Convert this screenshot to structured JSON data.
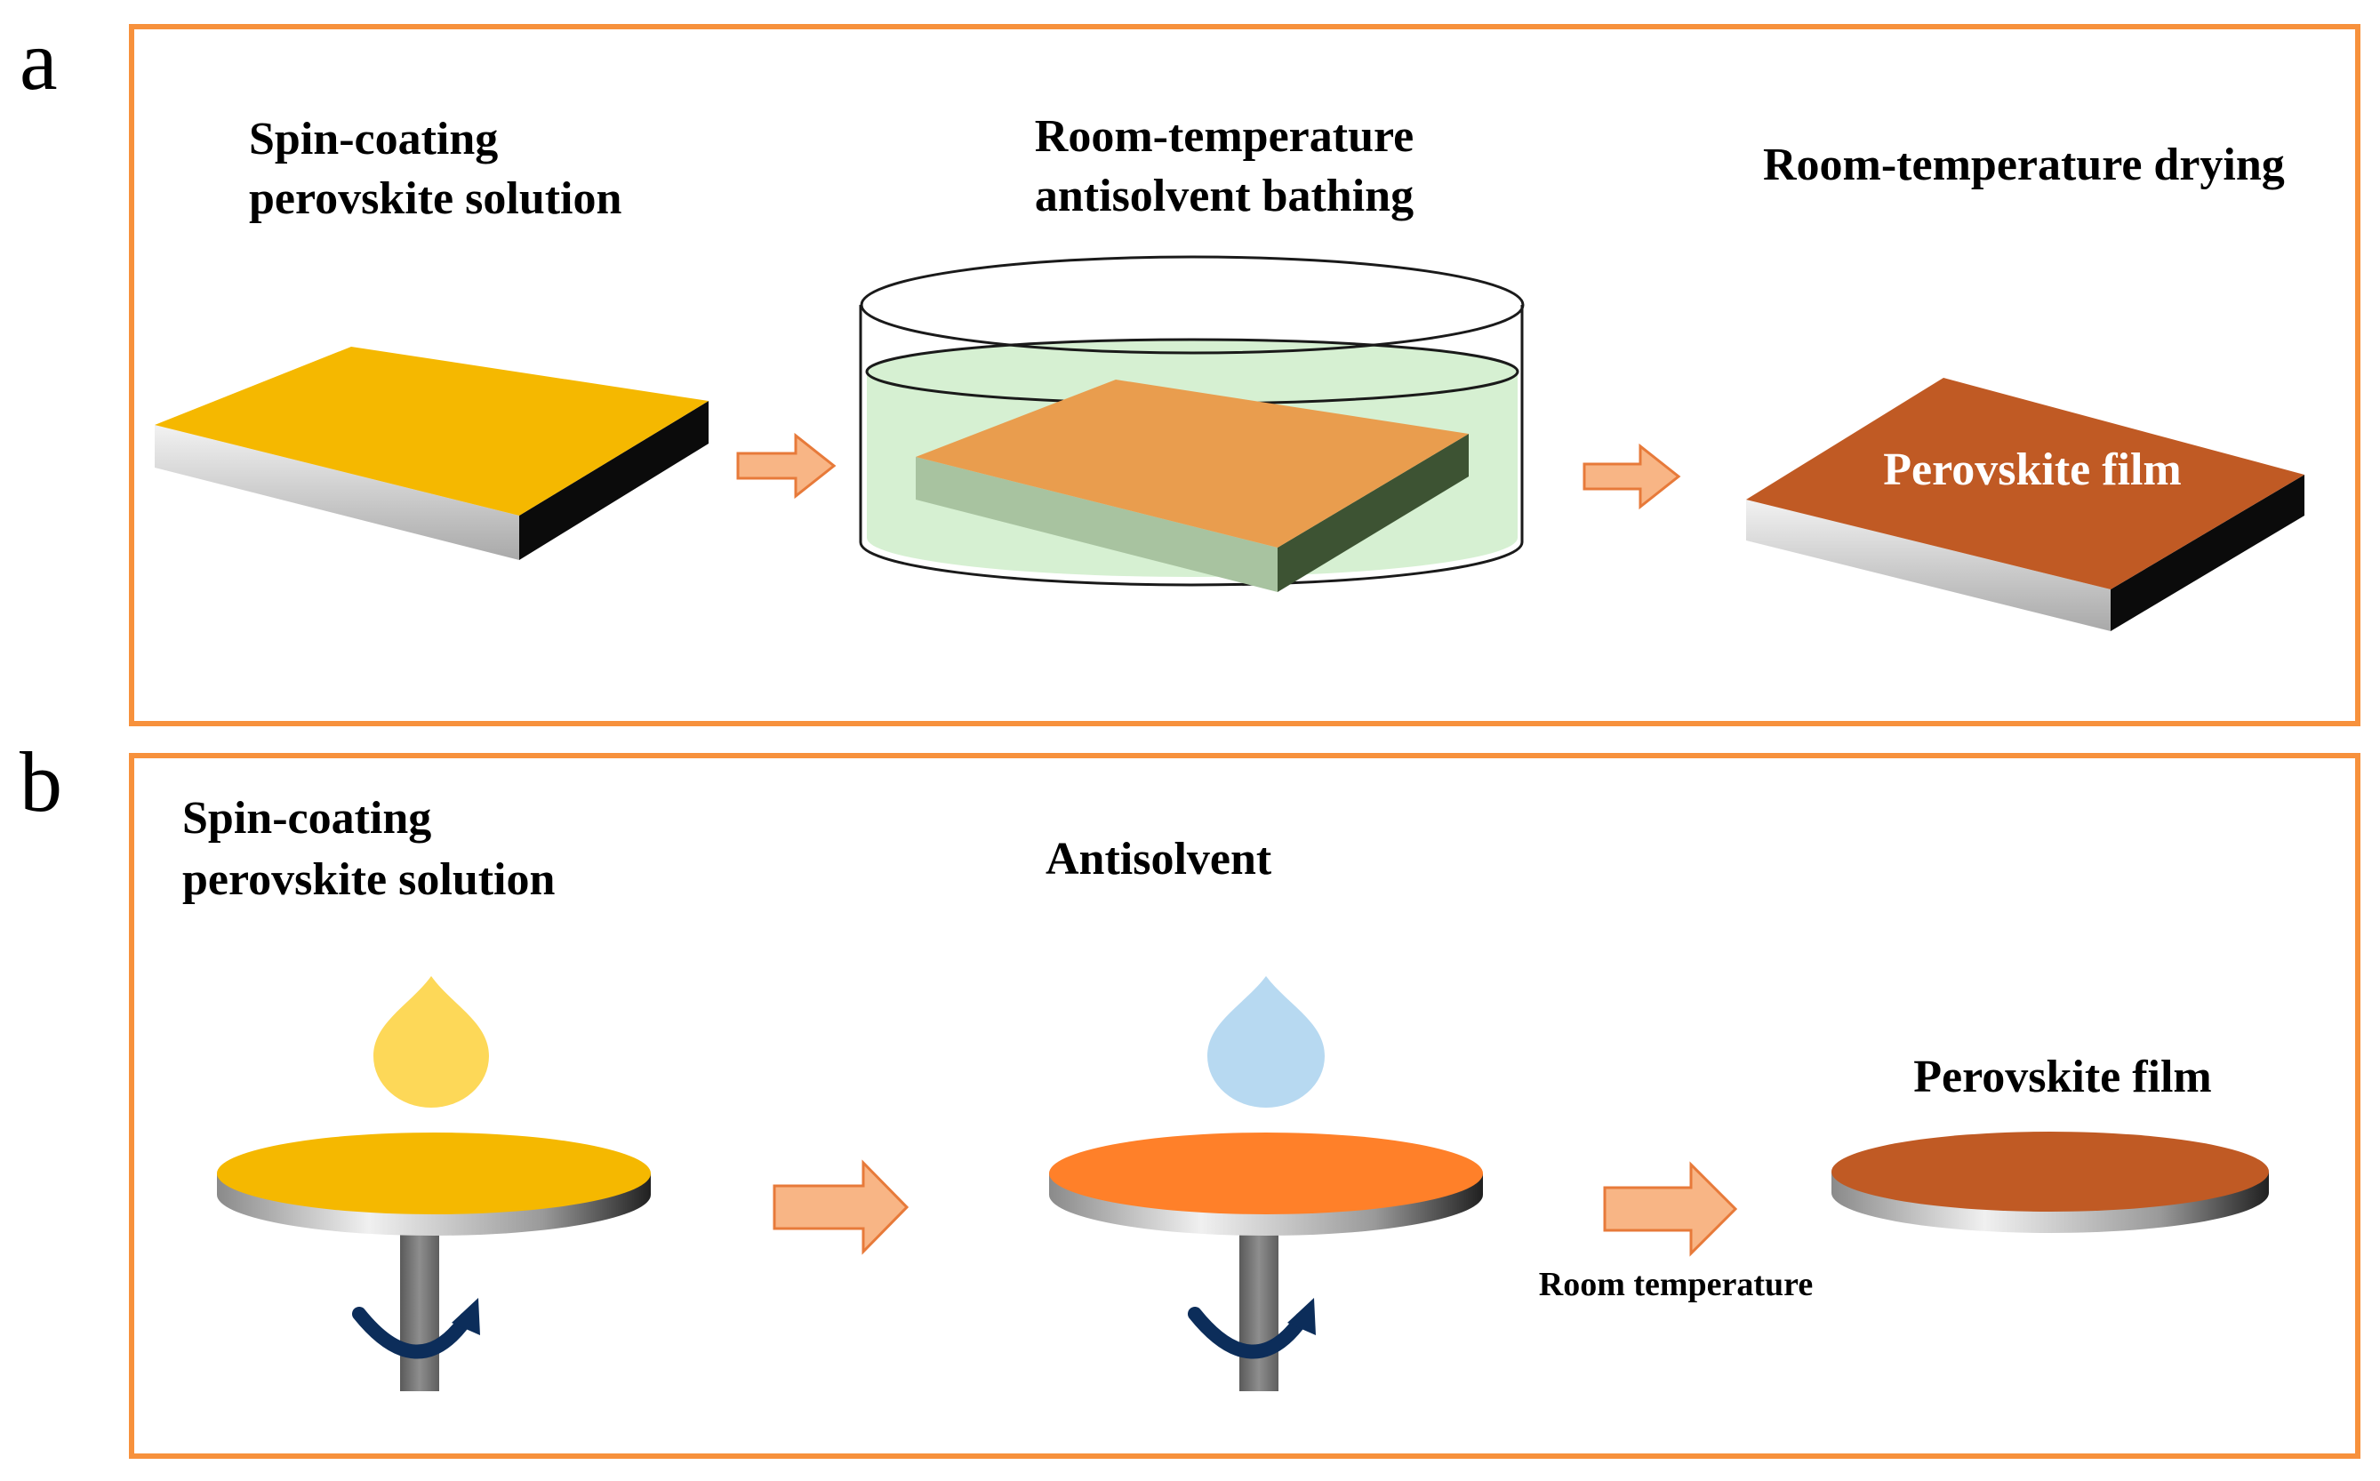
{
  "panel_a": {
    "letter": "a",
    "step1_line1": "Spin-coating",
    "step1_line2": "perovskite solution",
    "step2_line1": "Room-temperature",
    "step2_line2": "antisolvent bathing",
    "step3": "Room-temperature drying",
    "film_text": "Perovskite film"
  },
  "panel_b": {
    "letter": "b",
    "step1_line1": "Spin-coating",
    "step1_line2": "perovskite solution",
    "step2": "Antisolvent",
    "step3": "Perovskite film",
    "arrow_caption": "Room temperature"
  },
  "colors": {
    "frame": "#f7913c",
    "arrow_fill": "#f8b585",
    "arrow_stroke": "#e77a3a",
    "precursor_yellow": "#f5b800",
    "intermediate_orange": "#e99d4e",
    "antisolvent_green": "#d6f0d2",
    "spin_orange": "#ff8029",
    "perovskite_brown": "#c05a24",
    "yellow_drop": "#fdd858",
    "blue_drop": "#b7d9f1",
    "rotation_arrow": "#0c2d5a"
  },
  "icons": [
    "right-arrow-icon",
    "droplet-icon",
    "rotation-arrow-icon",
    "beaker-icon"
  ]
}
